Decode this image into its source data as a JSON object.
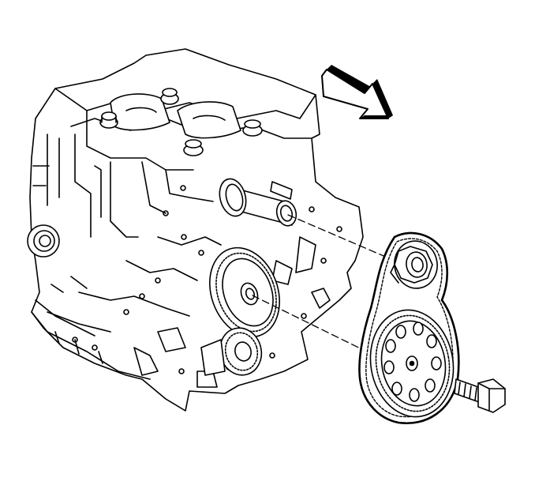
{
  "diagram": {
    "components": [
      "engine-block",
      "crankshaft-sprocket",
      "camshaft-gear",
      "timing-chain",
      "camshaft-sprocket",
      "sprocket-bolt",
      "direction-arrow"
    ],
    "colors": {
      "line": "#000000",
      "fill": "#ffffff",
      "background": "#ffffff"
    }
  }
}
